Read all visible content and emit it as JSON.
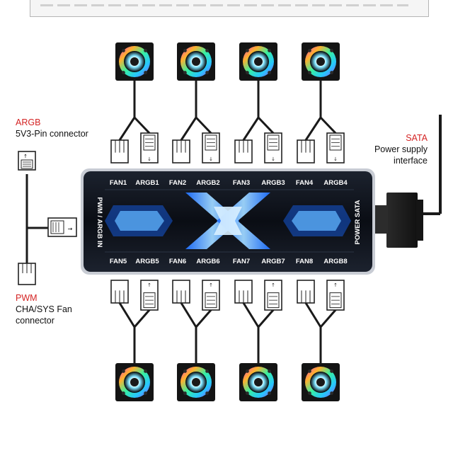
{
  "labels": {
    "argb_title": "ARGB",
    "argb_sub": "5V3-Pin connector",
    "pwm_title": "PWM",
    "pwm_sub1": "CHA/SYS Fan",
    "pwm_sub2": "connector",
    "sata_title": "SATA",
    "sata_sub1": "Power supply",
    "sata_sub2": "interface"
  },
  "hub": {
    "top_ports": [
      "FAN1",
      "ARGB1",
      "FAN2",
      "ARGB2",
      "FAN3",
      "ARGB3",
      "FAN4",
      "ARGB4"
    ],
    "bottom_ports": [
      "FAN5",
      "ARGB5",
      "FAN6",
      "ARGB6",
      "FAN7",
      "ARGB7",
      "FAN8",
      "ARGB8"
    ],
    "left_text": "PWM / ARGB IN",
    "right_text": "POWER SATA"
  },
  "colors": {
    "accent_red": "#d42323",
    "hub_body": "#0d1018",
    "hub_glow": "#2f8bff",
    "cable": "#1a1a1a"
  }
}
